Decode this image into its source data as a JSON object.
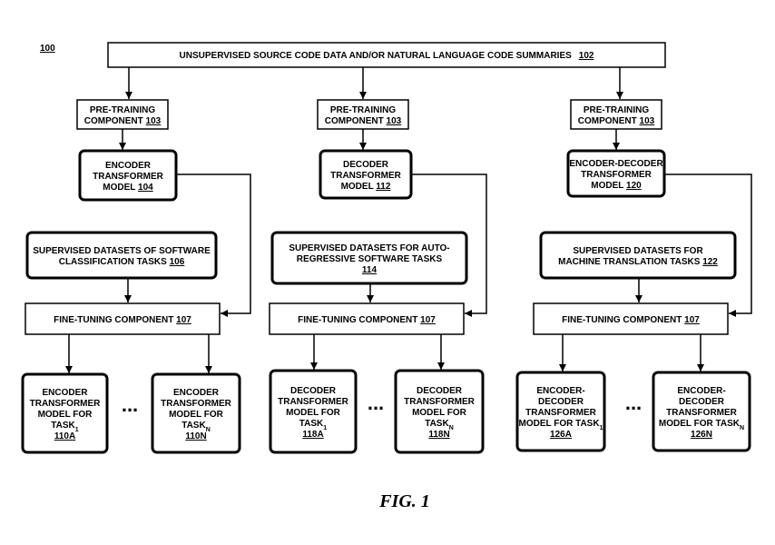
{
  "figure_ref": "100",
  "source": {
    "label": "UNSUPERVISED SOURCE CODE DATA AND/OR NATURAL LANGUAGE CODE SUMMARIES",
    "ref": "102"
  },
  "columns": [
    {
      "pretrain": {
        "lines": [
          "PRE-TRAINING",
          "COMPONENT"
        ],
        "ref": "103"
      },
      "model": {
        "lines": [
          "ENCODER",
          "TRANSFORMER",
          "MODEL"
        ],
        "ref": "104"
      },
      "dataset": {
        "lines": [
          "SUPERVISED DATASETS OF SOFTWARE",
          "CLASSIFICATION TASKS"
        ],
        "ref": "106"
      },
      "finetune": {
        "label": "FINE-TUNING COMPONENT",
        "ref": "107"
      },
      "out_a": {
        "lines": [
          "ENCODER",
          "TRANSFORMER",
          "MODEL FOR",
          "TASK"
        ],
        "sub": "1",
        "ref": "110A"
      },
      "out_n": {
        "lines": [
          "ENCODER",
          "TRANSFORMER",
          "MODEL FOR",
          "TASK"
        ],
        "sub": "N",
        "ref": "110N"
      },
      "ellipsis": "..."
    },
    {
      "pretrain": {
        "lines": [
          "PRE-TRAINING",
          "COMPONENT"
        ],
        "ref": "103"
      },
      "model": {
        "lines": [
          "DECODER",
          "TRANSFORMER",
          "MODEL"
        ],
        "ref": "112"
      },
      "dataset": {
        "lines": [
          "SUPERVISED DATASETS FOR AUTO-",
          "REGRESSIVE SOFTWARE TASKS"
        ],
        "ref": "114"
      },
      "finetune": {
        "label": "FINE-TUNING COMPONENT",
        "ref": "107"
      },
      "out_a": {
        "lines": [
          "DECODER",
          "TRANSFORMER",
          "MODEL FOR",
          "TASK"
        ],
        "sub": "1",
        "ref": "118A"
      },
      "out_n": {
        "lines": [
          "DECODER",
          "TRANSFORMER",
          "MODEL FOR",
          "TASK"
        ],
        "sub": "N",
        "ref": "118N"
      },
      "ellipsis": "..."
    },
    {
      "pretrain": {
        "lines": [
          "PRE-TRAINING",
          "COMPONENT"
        ],
        "ref": "103"
      },
      "model": {
        "lines": [
          "ENCODER-DECODER",
          "TRANSFORMER",
          "MODEL"
        ],
        "ref": "120"
      },
      "dataset": {
        "lines": [
          "SUPERVISED DATASETS FOR",
          "MACHINE TRANSLATION TASKS"
        ],
        "ref": "122"
      },
      "finetune": {
        "label": "FINE-TUNING COMPONENT",
        "ref": "107"
      },
      "out_a": {
        "lines": [
          "ENCODER-",
          "DECODER",
          "TRANSFORMER",
          "MODEL FOR TASK"
        ],
        "sub": "1",
        "ref": "126A"
      },
      "out_n": {
        "lines": [
          "ENCODER-",
          "DECODER",
          "TRANSFORMER",
          "MODEL FOR TASK"
        ],
        "sub": "N",
        "ref": "126N"
      },
      "ellipsis": "..."
    }
  ],
  "caption": "FIG. 1"
}
